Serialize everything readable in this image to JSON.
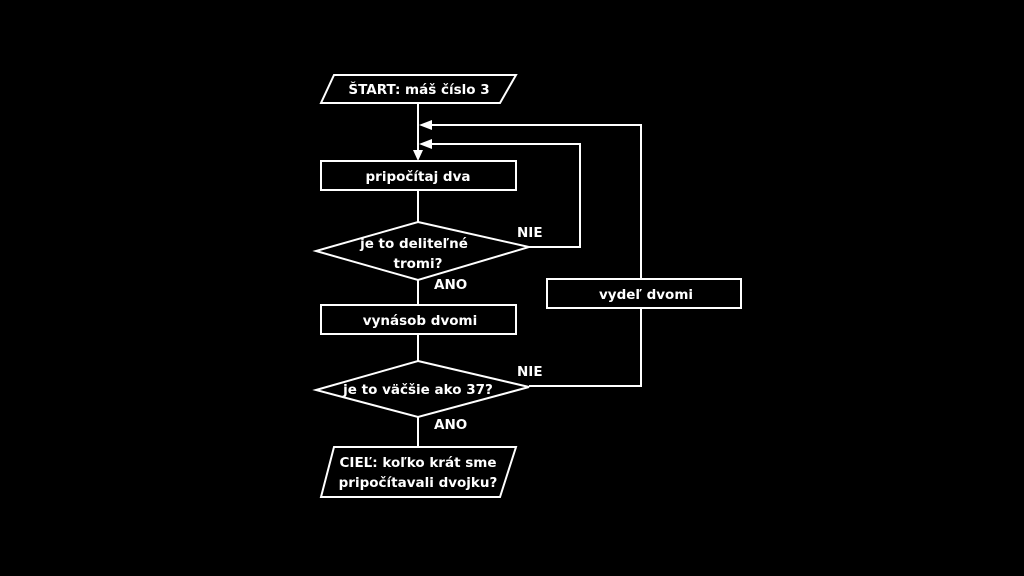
{
  "flowchart": {
    "start": "ŠTART: máš číslo 3",
    "add_two": "pripočítaj  dva",
    "decision1": {
      "line1": "je to deliteľné",
      "line2": "tromi?",
      "no": "NIE",
      "yes": "ANO"
    },
    "multiply": "vynásob  dvomi",
    "decision2": {
      "text": "je to väčšie ako 37?",
      "no": "NIE",
      "yes": "ANO"
    },
    "divide": "vydeľ  dvomi",
    "goal": {
      "line1": "CIEĽ: koľko krát sme",
      "line2": "pripočítavali dvojku?"
    }
  },
  "colors": {
    "background": "#000000",
    "foreground": "#ffffff"
  }
}
